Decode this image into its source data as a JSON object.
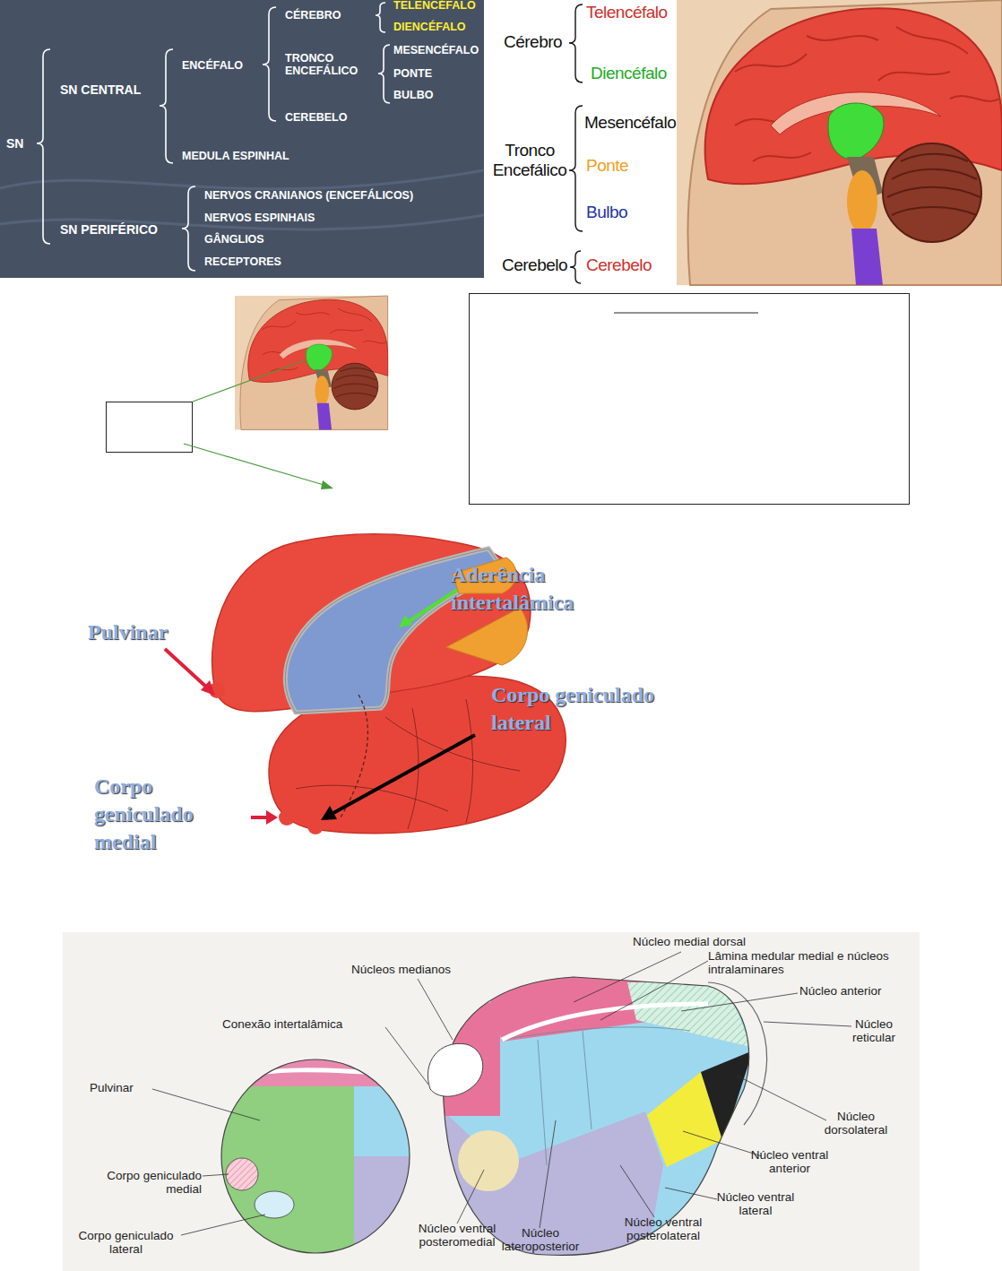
{
  "diagram": {
    "labels": [
      "SN",
      "SN CENTRAL",
      "SN PERIFÉRICO",
      "ENCÉFALO",
      "MEDULA ESPINHAL",
      "CÉREBRO",
      "TRONCO ENCEFÁLICO",
      "CEREBELO",
      "TELENCÉFALO",
      "DIENCÉFALO",
      "MESENCÉFALO",
      "PONTE",
      "BULBO",
      "NERVOS CRANIANOS (ENCEFÁLICOS)",
      "NERVOS ESPINHAIS",
      "GÂNGLIOS",
      "RECEPTORES",
      "Cérebro",
      "Telencéfalo",
      "Diencéfalo",
      "Tronco Encefálico",
      "Mesencéfalo",
      "Ponte",
      "Bulbo",
      "Cerebelo",
      "Cerebelo",
      "Aderência intertalâmica",
      "Pulvinar",
      "Corpo geniculado lateral",
      "Corpo geniculado medial",
      "Núcleo medial dorsal",
      "Lâmina medular medial e núcleos intralaminares",
      "Núcleos medianos",
      "Núcleo anterior",
      "Núcleo reticular",
      "Conexão intertalâmica",
      "Pulvinar",
      "Núcleo dorsolateral",
      "Núcleo ventral anterior",
      "Núcleo ventral lateral",
      "Corpo geniculado medial",
      "Corpo geniculado lateral",
      "Núcleo ventral posteromedial",
      "Núcleo lateroposterior",
      "Núcleo ventral posterolateral"
    ]
  }
}
